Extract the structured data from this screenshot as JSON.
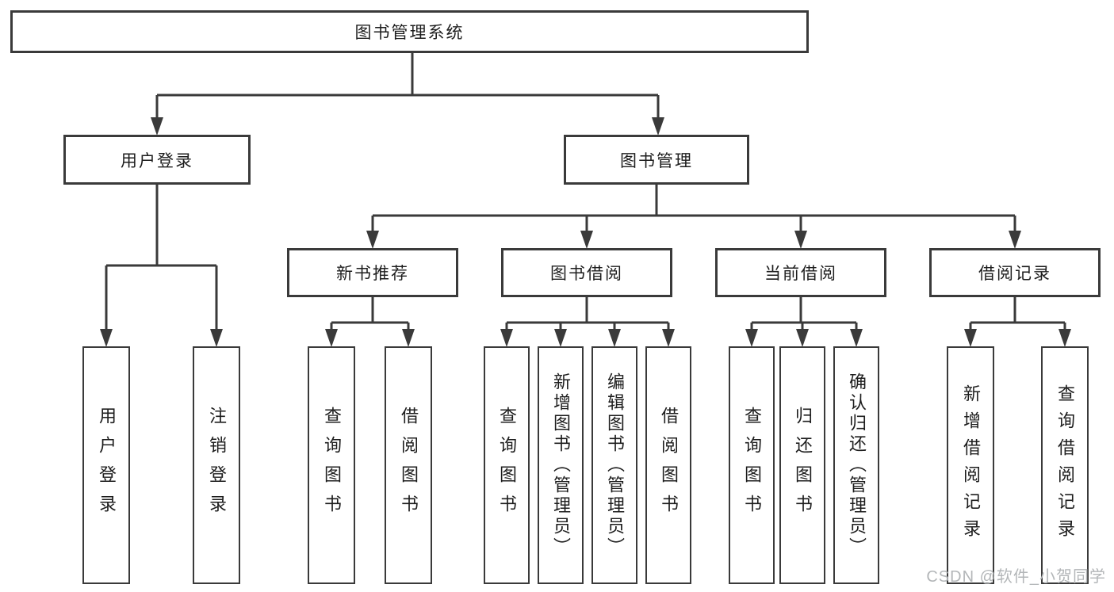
{
  "colors": {
    "line": "#3a3a3a",
    "text": "#1d1d1d",
    "watermark": "#b3b6b8",
    "background": "#ffffff"
  },
  "watermark": "CSDN @软件_小贺同学",
  "tree": {
    "root": {
      "label": "图书管理系统",
      "children": [
        {
          "label": "用户登录",
          "children": [
            {
              "label": "用户登录"
            },
            {
              "label": "注销登录"
            }
          ]
        },
        {
          "label": "图书管理",
          "children": [
            {
              "label": "新书推荐",
              "children": [
                {
                  "label": "查询图书"
                },
                {
                  "label": "借阅图书"
                }
              ]
            },
            {
              "label": "图书借阅",
              "children": [
                {
                  "label": "查询图书"
                },
                {
                  "label": "新增图书（管理员）"
                },
                {
                  "label": "编辑图书（管理员）"
                },
                {
                  "label": "借阅图书"
                }
              ]
            },
            {
              "label": "当前借阅",
              "children": [
                {
                  "label": "查询图书"
                },
                {
                  "label": "归还图书"
                },
                {
                  "label": "确认归还（管理员）"
                }
              ]
            },
            {
              "label": "借阅记录",
              "children": [
                {
                  "label": "新增借阅记录"
                },
                {
                  "label": "查询借阅记录"
                }
              ]
            }
          ]
        }
      ]
    }
  }
}
